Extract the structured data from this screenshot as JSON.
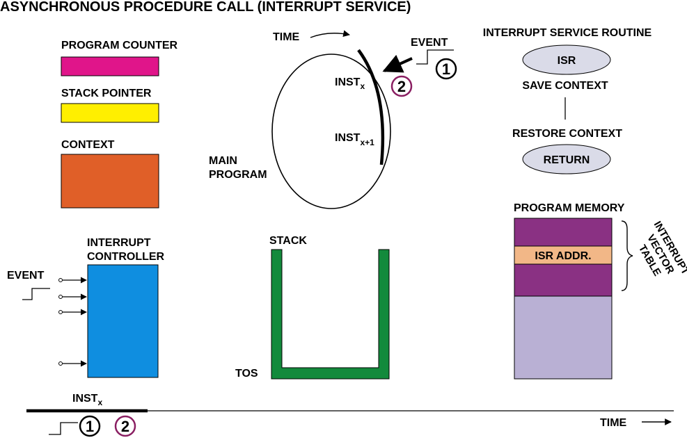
{
  "title": "ASYNCHRONOUS PROCEDURE CALL (INTERRUPT SERVICE)",
  "legend": {
    "program_counter": {
      "label": "PROGRAM COUNTER",
      "color": "#e0158a"
    },
    "stack_pointer": {
      "label": "STACK POINTER",
      "color": "#ffef00"
    },
    "context": {
      "label": "CONTEXT",
      "color": "#e05f28"
    }
  },
  "main_program": {
    "label_line1": "MAIN",
    "label_line2": "PROGRAM",
    "time_label": "TIME",
    "inst_x": {
      "base": "INST",
      "sub": "x"
    },
    "inst_x1": {
      "base": "INST",
      "sub": "x+1"
    },
    "event_label": "EVENT",
    "step1": "1",
    "step2": "2"
  },
  "isr": {
    "title": "INTERRUPT SERVICE ROUTINE",
    "isr_label": "ISR",
    "save_context": "SAVE CONTEXT",
    "restore_context": "RESTORE CONTEXT",
    "return_label": "RETURN",
    "pill_color": "#dadbe8"
  },
  "interrupt_controller": {
    "label_line1": "INTERRUPT",
    "label_line2": "CONTROLLER",
    "event_label": "EVENT",
    "color": "#0f8ee0"
  },
  "stack": {
    "label": "STACK",
    "tos_label": "TOS",
    "color": "#138a3c"
  },
  "program_memory": {
    "title": "PROGRAM MEMORY",
    "isr_addr": "ISR ADDR.",
    "vector_table_line1": "INTERRUPT",
    "vector_table_line2": "VECTOR",
    "vector_table_line3": "TABLE",
    "vector_color": "#8a3183",
    "isr_addr_color": "#f2b787",
    "memory_color": "#b9b0d4"
  },
  "timeline": {
    "inst_x": {
      "base": "INST",
      "sub": "x"
    },
    "time_label": "TIME",
    "step1": "1",
    "step2": "2"
  },
  "colors": {
    "step2_accent": "#8a1f62"
  }
}
